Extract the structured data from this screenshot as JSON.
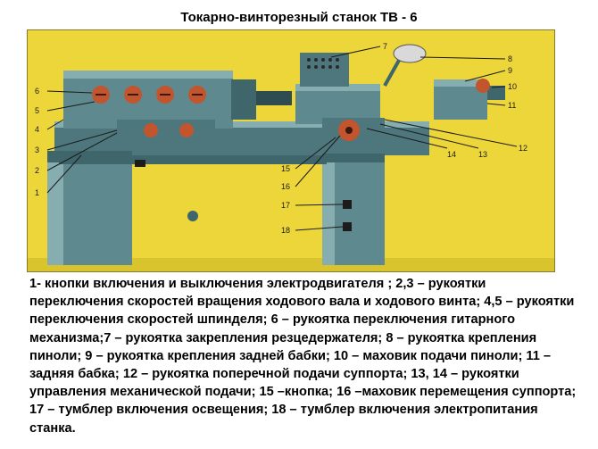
{
  "title": "Токарно-винторезный станок ТВ - 6",
  "image": {
    "description_icon": "lathe-machine-illustration",
    "colors": {
      "background": "#ecd63a",
      "body": "#5e8a8f",
      "bodyDark": "#3f666b",
      "bodyLight": "#86aeb1",
      "handle": "#c2552d"
    },
    "callouts": [
      "1",
      "2",
      "3",
      "4",
      "5",
      "6",
      "7",
      "8",
      "9",
      "10",
      "11",
      "12",
      "13",
      "14",
      "15",
      "16",
      "17",
      "18"
    ]
  },
  "caption": "1- кнопки включения и выключения электродвигателя ;  2,3 – рукоятки переключения скоростей вращения ходового вала и ходового винта; 4,5 – рукоятки переключения скоростей шпинделя; 6 – рукоятка переключения гитарного механизма;7 – рукоятка закрепления резцедержателя; 8 – рукоятка крепления пиноли; 9 – рукоятка крепления задней бабки; 10 – маховик подачи пиноли; 11 – задняя бабка; 12 – рукоятка поперечной подачи суппорта; 13, 14 – рукоятки управления механической подачи; 15 –кнопка; 16 –маховик перемещения суппорта; 17 – тумблер включения освещения; 18 – тумблер включения электропитания станка."
}
